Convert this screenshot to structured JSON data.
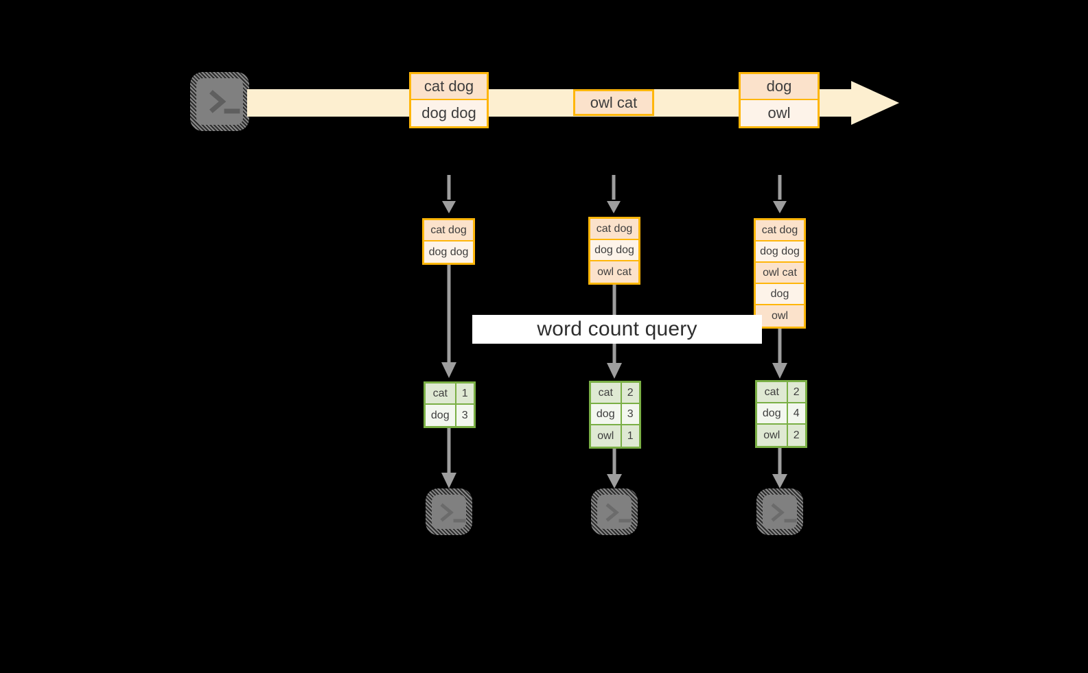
{
  "diagram": {
    "title": "word count query stream diagram",
    "colors": {
      "background": "#000000",
      "stream_arrow_fill": "#fdefd0",
      "message_border": "#ffb60a",
      "message_fill_shade": "#fbe2cb",
      "message_fill_plain": "#fdf3e9",
      "result_border": "#7aaf45",
      "result_fill_shade": "#dfe9d3",
      "result_fill_plain": "#f3f7ef",
      "connector": "#9e9e9e",
      "terminal_fill": "#808080",
      "query_band": "#ffffff",
      "text": "#3d3d3d"
    },
    "source_terminal": {
      "icon": "terminal-icon",
      "glyph": ">_"
    },
    "stream_arrow": {
      "icon": "right-block-arrow-icon"
    },
    "stream_messages": [
      {
        "id": "msg-1",
        "lines": [
          "cat dog",
          "dog dog"
        ]
      },
      {
        "id": "msg-2",
        "lines": [
          "owl cat"
        ]
      },
      {
        "id": "msg-3",
        "lines": [
          "dog",
          "owl"
        ]
      }
    ],
    "query_label": "word count query",
    "columns": [
      {
        "id": "column-1",
        "inbound_arrow": "dashed-down-arrow-icon",
        "log": {
          "rows": [
            "cat dog",
            "dog dog"
          ]
        },
        "result": {
          "rows": [
            {
              "word": "cat",
              "count": "1"
            },
            {
              "word": "dog",
              "count": "3"
            }
          ]
        },
        "sink_terminal": {
          "icon": "terminal-icon",
          "glyph": ">_"
        }
      },
      {
        "id": "column-2",
        "inbound_arrow": "dashed-down-arrow-icon",
        "log": {
          "rows": [
            "cat dog",
            "dog dog",
            "owl cat"
          ]
        },
        "result": {
          "rows": [
            {
              "word": "cat",
              "count": "2"
            },
            {
              "word": "dog",
              "count": "3"
            },
            {
              "word": "owl",
              "count": "1"
            }
          ]
        },
        "sink_terminal": {
          "icon": "terminal-icon",
          "glyph": ">_"
        }
      },
      {
        "id": "column-3",
        "inbound_arrow": "dashed-down-arrow-icon",
        "log": {
          "rows": [
            "cat dog",
            "dog dog",
            "owl cat",
            "dog",
            "owl"
          ]
        },
        "result": {
          "rows": [
            {
              "word": "cat",
              "count": "2"
            },
            {
              "word": "dog",
              "count": "4"
            },
            {
              "word": "owl",
              "count": "2"
            }
          ]
        },
        "sink_terminal": {
          "icon": "terminal-icon",
          "glyph": ">_"
        }
      }
    ]
  }
}
